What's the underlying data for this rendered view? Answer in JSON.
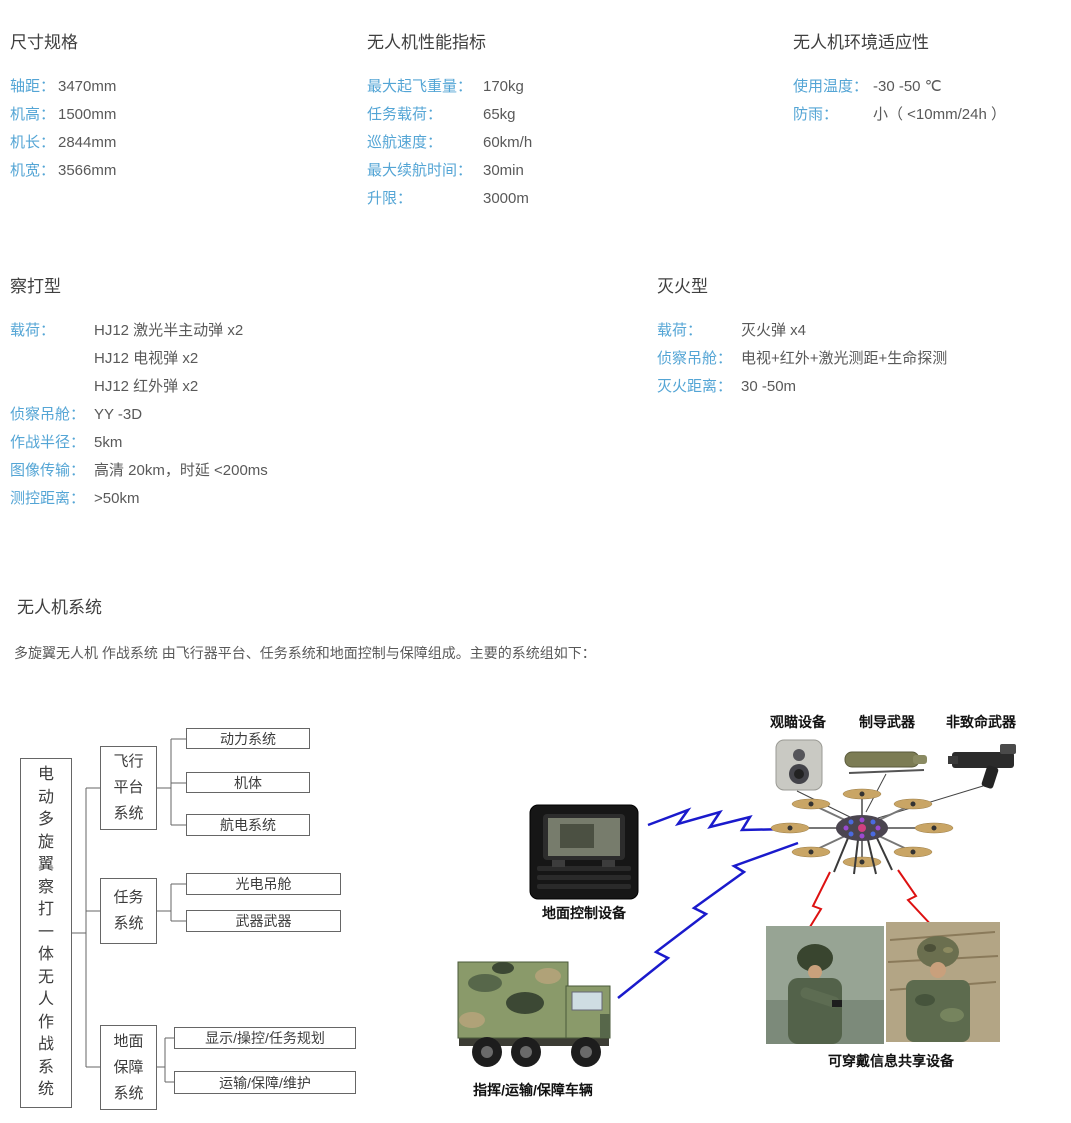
{
  "specs": {
    "dimensions": {
      "title": "尺寸规格",
      "items": [
        {
          "label": "轴距：",
          "value": "3470mm"
        },
        {
          "label": "机高：",
          "value": "1500mm"
        },
        {
          "label": "机长：",
          "value": "2844mm"
        },
        {
          "label": "机宽：",
          "value": "3566mm"
        }
      ]
    },
    "performance": {
      "title": "无人机性能指标",
      "items": [
        {
          "label": "最大起飞重量：",
          "value": "170kg"
        },
        {
          "label": "任务载荷：",
          "value": "65kg"
        },
        {
          "label": "巡航速度：",
          "value": "60km/h"
        },
        {
          "label": "最大续航时间：",
          "value": "30min"
        },
        {
          "label": "升限：",
          "value": "3000m"
        }
      ]
    },
    "environment": {
      "title": "无人机环境适应性",
      "items": [
        {
          "label": "使用温度：",
          "value": "-30 -50 ℃"
        },
        {
          "label": "防雨：",
          "value": "小（ <10mm/24h ）"
        }
      ]
    }
  },
  "variants": {
    "strike": {
      "title": "察打型",
      "rows": [
        {
          "label": "载荷：",
          "value": "HJ12 激光半主动弹 x2"
        },
        {
          "label": "",
          "value": "HJ12 电视弹 x2"
        },
        {
          "label": "",
          "value": "HJ12 红外弹 x2"
        },
        {
          "label": "侦察吊舱：",
          "value": "YY -3D"
        },
        {
          "label": "作战半径：",
          "value": "5km"
        },
        {
          "label": "图像传输：",
          "value": "高清 20km，时延 <200ms"
        },
        {
          "label": "测控距离：",
          "value": ">50km"
        }
      ]
    },
    "fire": {
      "title": "灭火型",
      "rows": [
        {
          "label": "载荷：",
          "value": "灭火弹 x4"
        },
        {
          "label": "侦察吊舱：",
          "value": "电视+红外+激光测距+生命探测"
        },
        {
          "label": "灭火距离：",
          "value": "30 -50m"
        }
      ]
    }
  },
  "system": {
    "title": "无人机系统",
    "description": "多旋翼无人机 作战系统 由飞行器平台、任务系统和地面控制与保障组成。主要的系统组如下：",
    "tree": {
      "root": "电动多旋翼察打一体无人作战系统",
      "branch1": {
        "label": "飞行平台系统",
        "leaves": [
          "动力系统",
          "机体",
          "航电系统"
        ]
      },
      "branch2": {
        "label": "任务系统",
        "leaves": [
          "光电吊舱",
          "武器武器"
        ]
      },
      "branch3": {
        "label": "地面保障系统",
        "leaves": [
          "显示/操控/任务规划",
          "运输/保障/维护"
        ]
      }
    },
    "network": {
      "sight_label": "观瞄设备",
      "missile_label": "制导武器",
      "nonlethal_label": "非致命武器",
      "ground_control_label": "地面控制设备",
      "vehicle_label": "指挥/运输/保障车辆",
      "wearable_label": "可穿戴信息共享设备"
    }
  },
  "colors": {
    "label_blue": "#54a5d5",
    "value_gray": "#595959",
    "heading_gray": "#3f3f3f",
    "bolt_blue": "#1a1acc",
    "link_red": "#dd1111"
  }
}
